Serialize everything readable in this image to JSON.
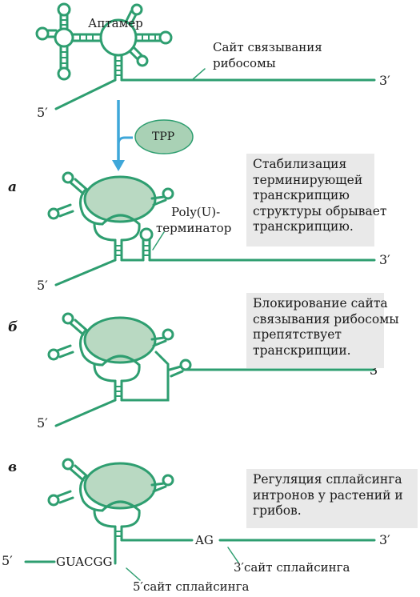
{
  "colors": {
    "rna": "#2e9e70",
    "ligand_fill": "#a9d1b5",
    "ligand_stroke": "#2e9e70",
    "arrow": "#3fa7d9",
    "box_bg": "#e9e9e9"
  },
  "top": {
    "aptamer_label": "Аптамер",
    "rbs_label_line1": "Сайт связывания",
    "rbs_label_line2": "рибосомы",
    "end3": "3′",
    "end5": "5′"
  },
  "ligand": {
    "label": "TPP"
  },
  "panel_a": {
    "label": "а",
    "terminator_line1": "Poly(U)-",
    "terminator_line2": "терминатор",
    "end3": "3′",
    "end5": "5′",
    "box_lines": [
      "Стабилизация",
      "терминирующей",
      "транскрипцию",
      "структуры обрывает",
      "транскрипцию."
    ]
  },
  "panel_b": {
    "label": "б",
    "end3": "3′",
    "end5": "5′",
    "box_lines": [
      "Блокирование сайта",
      "связывания рибосомы",
      "препятствует",
      "транскрипции."
    ]
  },
  "panel_c": {
    "label": "в",
    "end3": "3′",
    "end5": "5′",
    "seq_left": "GUACGG",
    "seq_right": "AG",
    "splice3": "3′сайт сплайсинга",
    "splice5": "5′сайт сплайсинга",
    "box_lines": [
      "Регуляция сплайсинга",
      "интронов у растений и",
      "грибов."
    ]
  }
}
